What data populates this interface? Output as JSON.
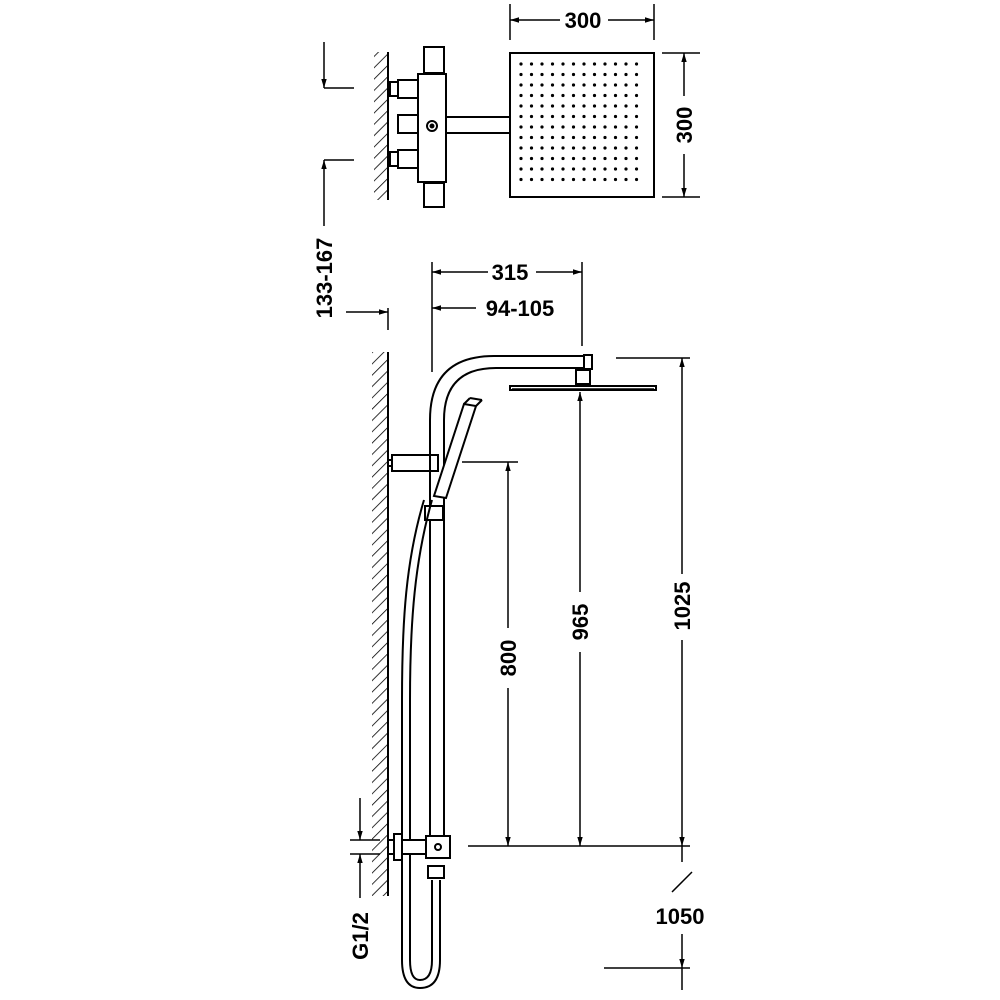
{
  "dimensions": {
    "head_width": "300",
    "head_depth": "300",
    "wall_offset_range": "133-167",
    "arm_reach": "315",
    "arm_bracket": "94-105",
    "thread": "G1/2",
    "handshower_height": "800",
    "head_outlet_height": "965",
    "head_top_height": "1025",
    "floor_height": "1050"
  },
  "colors": {
    "line": "#000000",
    "background": "#ffffff"
  }
}
